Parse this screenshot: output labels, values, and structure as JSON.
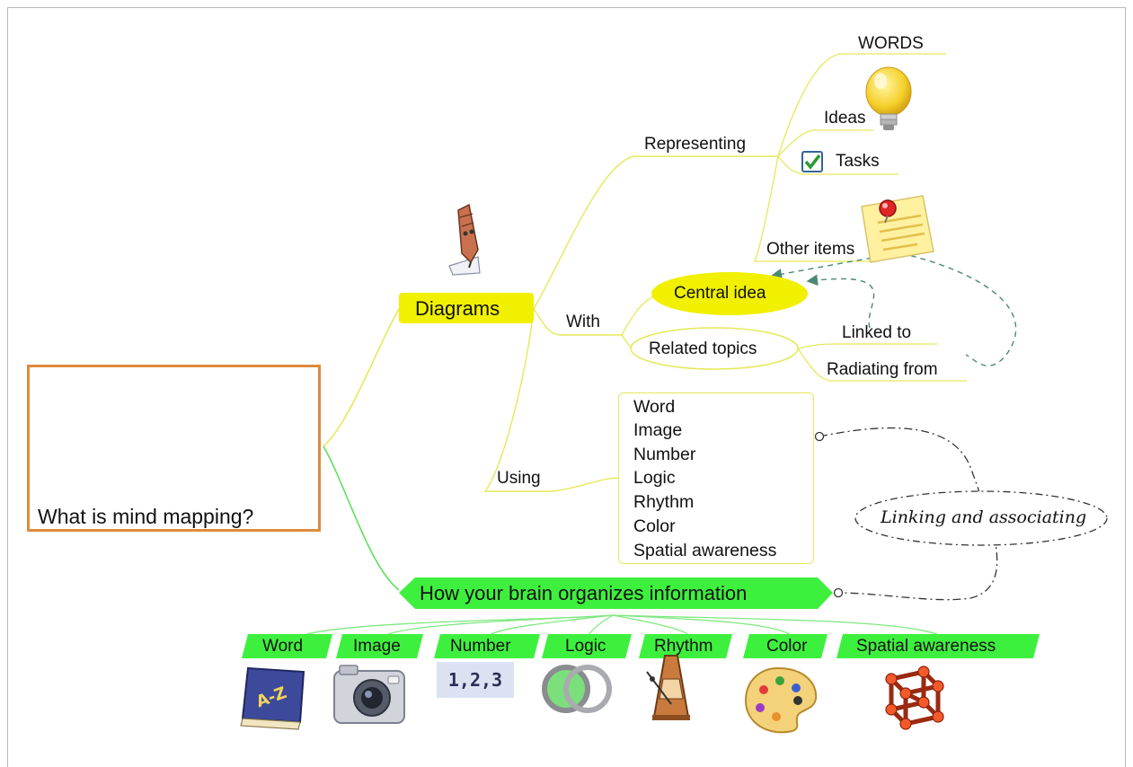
{
  "central": {
    "label": "What is mind mapping?"
  },
  "branches": {
    "diagrams": {
      "label": "Diagrams",
      "representing": {
        "label": "Representing",
        "items": [
          "WORDS",
          "Ideas",
          "Tasks",
          "Other items"
        ]
      },
      "with": {
        "label": "With",
        "central_idea": "Central idea",
        "related_topics": "Related topics",
        "linked_to": "Linked to",
        "radiating_from": "Radiating from"
      },
      "using": {
        "label": "Using",
        "items": [
          "Word",
          "Image",
          "Number",
          "Logic",
          "Rhythm",
          "Color",
          "Spatial awareness"
        ]
      }
    },
    "brain": {
      "label": "How your brain organizes information",
      "tags": [
        "Word",
        "Image",
        "Number",
        "Logic",
        "Rhythm",
        "Color",
        "Spatial awareness"
      ],
      "number_badge": "1,2,3"
    }
  },
  "relationship": {
    "label": "Linking and associating"
  },
  "icons": [
    "key-icon",
    "brain-icon",
    "pen-icon",
    "lightbulb-icon",
    "checkbox-icon",
    "sticky-note-icon",
    "dictionary-icon",
    "camera-icon",
    "number-icon",
    "rings-icon",
    "metronome-icon",
    "palette-icon",
    "molecule-icon"
  ],
  "colors": {
    "central_border": "#de8a3c",
    "yellow_branch": "#f0f000",
    "yellow_line": "#e6e85a",
    "green_branch": "#3ef03e",
    "green_line": "#7ee87e",
    "dashed_link": "#4a8a74",
    "relationship_line": "#333333"
  }
}
